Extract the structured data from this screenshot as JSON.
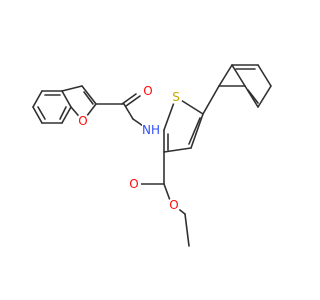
{
  "atoms": {
    "ring_oxygen": {
      "text": "O",
      "color": "#ff0d0d"
    },
    "amide_oxygen": {
      "text": "O",
      "color": "#ff0d0d"
    },
    "amide_nh": {
      "text": "NH",
      "color": "#3050f8"
    },
    "thiophene_sulfur": {
      "text": "S",
      "color": "#c8a800"
    },
    "ester_carbonyl_oxygen": {
      "text": "O",
      "color": "#ff0d0d"
    },
    "ester_ether_oxygen": {
      "text": "O",
      "color": "#ff0d0d"
    }
  },
  "colors": {
    "bond": "#303030",
    "background": "#ffffff"
  }
}
